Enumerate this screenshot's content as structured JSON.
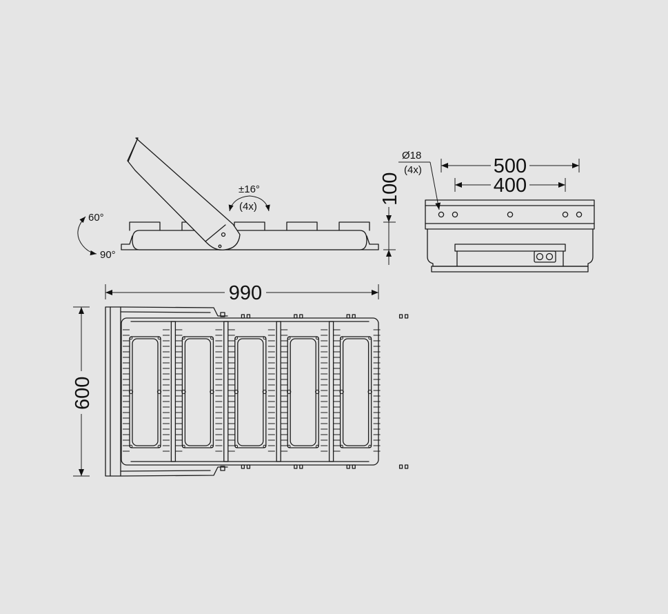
{
  "side_view": {
    "tilt_up_label": "60°",
    "tilt_down_label": "90°",
    "rotation_label": "±16°",
    "rotation_count_label": "(4x)",
    "height_label": "100"
  },
  "rear_view": {
    "hole_diameter_label": "Ø18",
    "hole_count_label": "(4x)",
    "outer_spacing_label": "500",
    "inner_spacing_label": "400"
  },
  "top_view": {
    "width_label": "990",
    "depth_label": "600",
    "module_count": 5
  },
  "colors": {
    "background": "#e5e5e5",
    "line": "#1a1a1a"
  }
}
